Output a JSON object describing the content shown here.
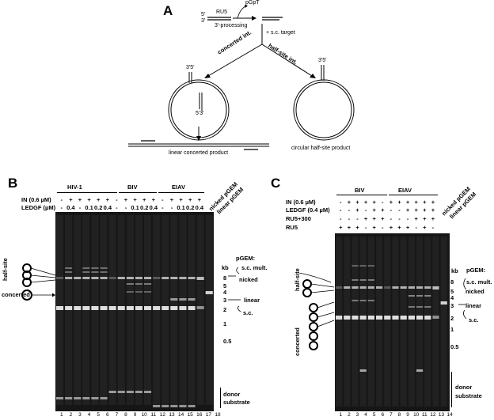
{
  "panel_a": {
    "letter": "A",
    "ru5": "RU5",
    "end_5": "5'",
    "end_3": "3'",
    "pgpt": "pGpT",
    "processing": "3'-processing",
    "target": "+ s.c. target",
    "concerted": "concerted int.",
    "halfsite": "half-site int.",
    "circ_3": "3'5'",
    "circ_5": "5'3'",
    "half_product": "circular half-site product",
    "linear_product": "linear  concerted product"
  },
  "panel_b": {
    "letter": "B",
    "groups": [
      "HIV-1",
      "BIV",
      "EIAV"
    ],
    "row_in_label": "IN (0.6 µM)",
    "row_ledgf_label": "LEDGF (µM)",
    "row_in": [
      "-",
      "+",
      "+",
      "+",
      "+",
      "+",
      "-",
      "+",
      "+",
      "+",
      "+",
      "-",
      "+",
      "+",
      "+",
      "+"
    ],
    "row_ledgf": [
      "-",
      "0.4",
      "-",
      "0.1",
      "0.2",
      "0.4",
      "-",
      "-",
      "0.1",
      "0.2",
      "0.4",
      "-",
      "-",
      "0.1",
      "0.2",
      "0.4"
    ],
    "markers_label": [
      "nicked pGEM",
      "linear pGEM"
    ],
    "side_title": "pGEM:",
    "side_scmult": "s.c. mult.",
    "side_nicked": "nicked",
    "side_linear": "linear",
    "side_sc": "s.c.",
    "kb": "kb",
    "kb_values": [
      "8",
      "5",
      "4",
      "3",
      "2",
      "1",
      "0.5"
    ],
    "left_halfsite": "half-site",
    "left_concerted": "concerted",
    "donor": "donor",
    "substrate": "substrate",
    "lane_numbers": [
      "1",
      "2",
      "3",
      "4",
      "5",
      "6",
      "7",
      "8",
      "9",
      "10",
      "11",
      "12",
      "13",
      "14",
      "15",
      "16",
      "17",
      "18"
    ]
  },
  "panel_c": {
    "letter": "C",
    "groups": [
      "BIV",
      "EIAV"
    ],
    "row_in_label": "IN (0.6 µM)",
    "row_ledgf_label": "LEDGF (0.4 µM)",
    "row_ru5300_label": "RU5+300",
    "row_ru5_label": "RU5",
    "row_in": [
      "-",
      "+",
      "+",
      "+",
      "+",
      "-",
      "+",
      "+",
      "+",
      "+",
      "+",
      "+"
    ],
    "row_ledgf": [
      "-",
      "-",
      "+",
      "-",
      "+",
      "+",
      "-",
      "-",
      "+",
      "+",
      "+",
      "+"
    ],
    "row_ru5300": [
      "-",
      "-",
      "-",
      "+",
      "+",
      "+",
      "-",
      "-",
      "-",
      "+",
      "+",
      "+"
    ],
    "row_ru5": [
      "+",
      "+",
      "+",
      "-",
      "+",
      "-",
      "+",
      "+",
      "+",
      "-",
      "+",
      "-"
    ],
    "markers_label": [
      "nicked pGEM",
      "linear pGEM"
    ],
    "side_title": "pGEM:",
    "side_scmult": "s.c. mult.",
    "side_nicked": "nicked",
    "side_linear": "linear",
    "side_sc": "s.c.",
    "kb": "kb",
    "kb_values": [
      "8",
      "5",
      "4",
      "3",
      "2",
      "1",
      "0.5"
    ],
    "left_halfsite": "half-site",
    "left_concerted": "concerted",
    "donor": "donor",
    "substrate": "substrate",
    "lane_numbers": [
      "1",
      "2",
      "3",
      "4",
      "5",
      "6",
      "7",
      "8",
      "9",
      "10",
      "11",
      "12",
      "13",
      "14"
    ]
  }
}
